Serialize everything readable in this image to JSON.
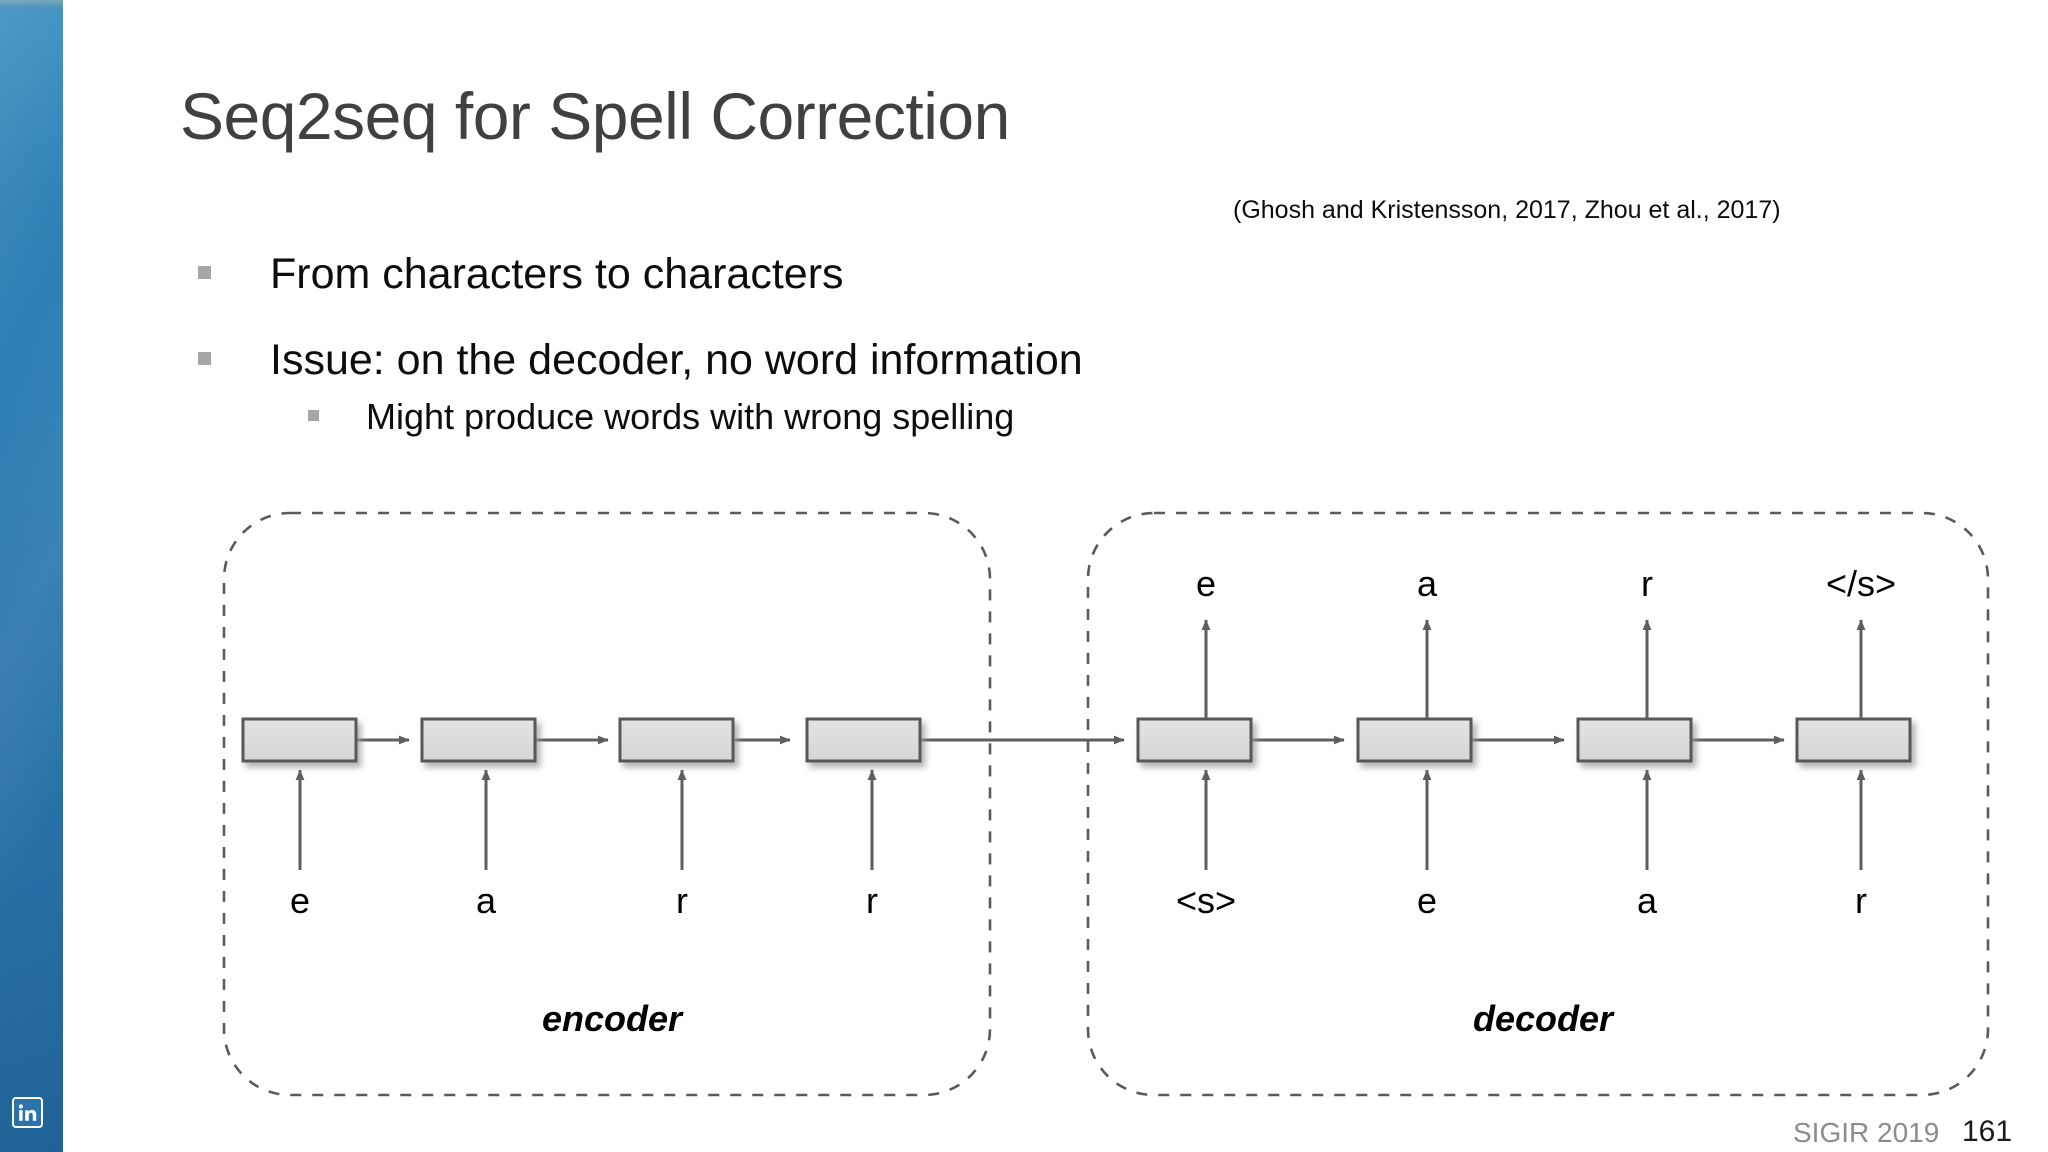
{
  "slide": {
    "title": "Seq2seq for Spell Correction",
    "citation": "(Ghosh and Kristensson, 2017, Zhou et al., 2017)",
    "bullets": [
      {
        "level": 1,
        "text": "From characters to characters"
      },
      {
        "level": 1,
        "text": "Issue: on the decoder, no word information"
      },
      {
        "level": 2,
        "text": "Might produce words with wrong spelling"
      }
    ]
  },
  "diagram": {
    "type": "seq2seq-rnn",
    "encoder": {
      "label": "encoder",
      "cells": 4,
      "inputs": [
        "e",
        "a",
        "r",
        "r"
      ],
      "outputs": []
    },
    "decoder": {
      "label": "decoder",
      "cells": 4,
      "inputs": [
        "<s>",
        "e",
        "a",
        "r"
      ],
      "outputs": [
        "e",
        "a",
        "r",
        "</s>"
      ]
    },
    "colors": {
      "cell_fill": "#dcdcdc",
      "cell_border": "#595959",
      "arrow": "#595959",
      "dashed_border": "#5a5a5a"
    }
  },
  "footer": {
    "conference": "SIGIR 2019",
    "page_number": "161"
  },
  "branding": {
    "logo": "linkedin-icon",
    "logo_text": "in"
  }
}
